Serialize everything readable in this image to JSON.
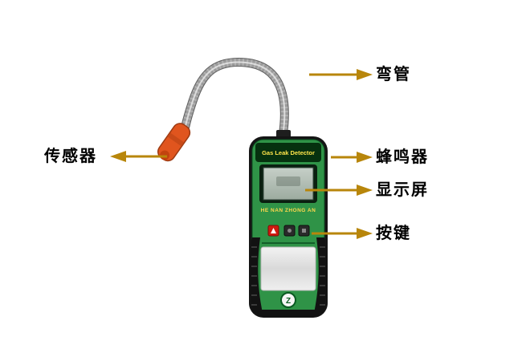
{
  "colors": {
    "arrow": "#B8860B",
    "body_green": "#2F9347",
    "sensor_orange": "#E0551E"
  },
  "labels": {
    "bend_tube": "弯管",
    "sensor": "传感器",
    "buzzer": "蜂鸣器",
    "display": "显示屏",
    "buttons": "按键"
  },
  "device": {
    "title": "Gas Leak Detector",
    "subtitle": "HE NAN ZHONG AN"
  }
}
